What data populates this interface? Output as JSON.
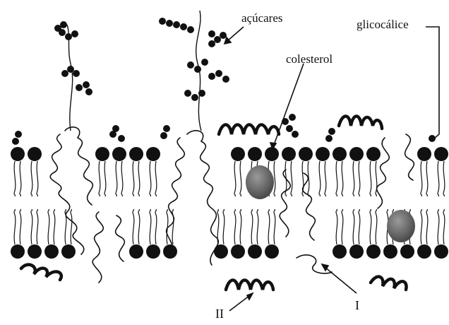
{
  "labels": {
    "sugars": "açúcares",
    "glycocalyx": "glicocálice",
    "cholesterol": "colesterol",
    "protein_i": "I",
    "protein_ii": "II"
  },
  "colors": {
    "ink": "#111111",
    "cholesterol_fill": "#6b6b6b",
    "background": "#ffffff"
  },
  "icons": [
    "glycoprotein-chain",
    "phospholipid-head",
    "cholesterol-sphere",
    "peripheral-protein",
    "integral-protein"
  ]
}
